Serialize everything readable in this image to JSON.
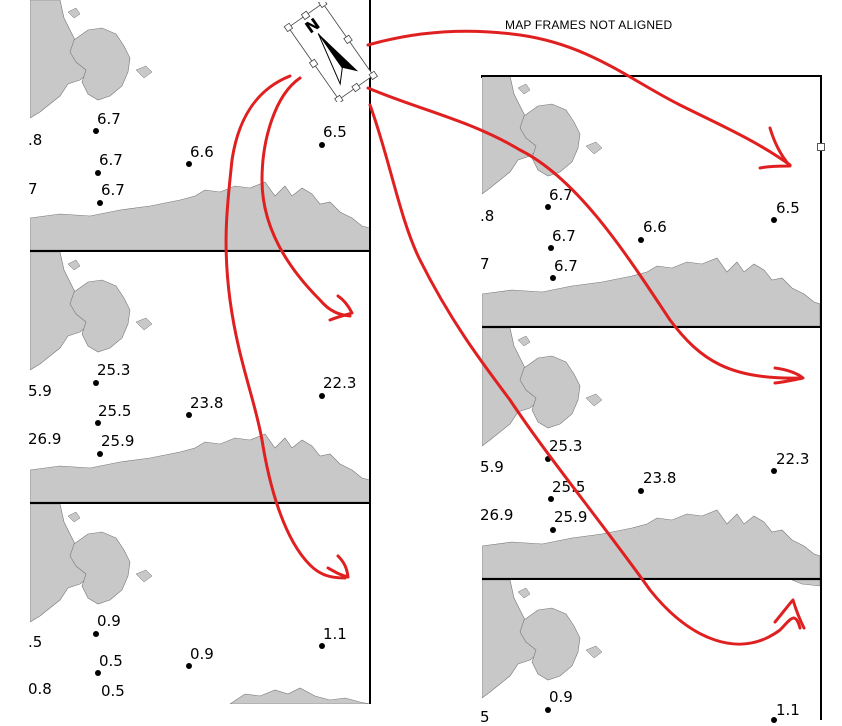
{
  "note": "MAP FRAMES NOT ALIGNED",
  "north_letter": "N",
  "colors": {
    "land": "#c8c8c8",
    "annotation": "#e02020",
    "frame": "#000000"
  },
  "left_panel": {
    "frames": [
      {
        "name": "top",
        "labels": [
          "6.7",
          "6.7",
          "6.6",
          "6.7",
          "6.5",
          ".8",
          "7"
        ]
      },
      {
        "name": "middle",
        "labels": [
          "25.3",
          "25.5",
          "23.8",
          "25.9",
          "22.3",
          "5.9",
          "26.9"
        ]
      },
      {
        "name": "bottom",
        "labels": [
          "0.9",
          "0.5",
          "0.9",
          "0.5",
          "1.1",
          ".5",
          "0.8"
        ]
      }
    ]
  },
  "right_panel": {
    "frames": [
      {
        "name": "top",
        "labels": [
          "6.7",
          "6.7",
          "6.6",
          "6.7",
          "6.5",
          ".8",
          "7"
        ]
      },
      {
        "name": "middle",
        "labels": [
          "25.3",
          "25.5",
          "23.8",
          "25.9",
          "22.3",
          "5.9",
          "26.9"
        ]
      },
      {
        "name": "bottom",
        "labels": [
          "0.9",
          "1.1",
          "5"
        ]
      }
    ]
  }
}
